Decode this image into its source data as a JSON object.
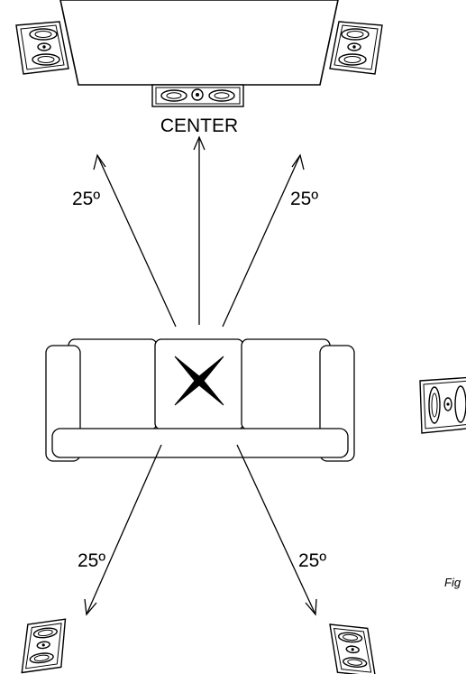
{
  "labels": {
    "center": "CENTER",
    "angle_front_left": "25º",
    "angle_front_right": "25º",
    "angle_rear_left": "25º",
    "angle_rear_right": "25º",
    "figure_caption": "Fig"
  },
  "icons": {
    "listening_position": "four-point-star-icon",
    "speaker": "in-wall-speaker-icon",
    "screen": "tv-screen-icon",
    "sofa": "sofa-icon"
  }
}
